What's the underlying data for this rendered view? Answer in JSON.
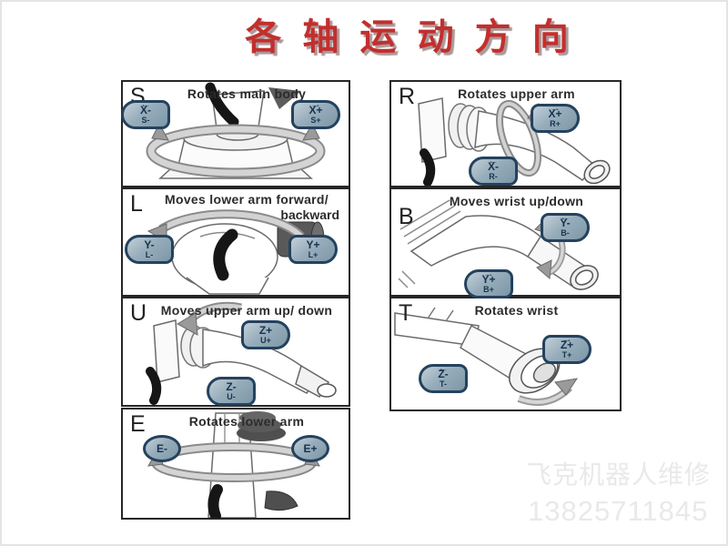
{
  "header": {
    "title": "各 轴 运 动 方 向",
    "title_color": "#c22f2e"
  },
  "panels": {
    "s": {
      "letter": "S",
      "caption": "Rotates main body",
      "btn_neg": {
        "main": "X-",
        "sub": "S-",
        "arrow_icon": "←"
      },
      "btn_pos": {
        "main": "X+",
        "sub": "S+",
        "arrow_icon": "→"
      }
    },
    "l": {
      "letter": "L",
      "caption_line1": "Moves lower arm forward/",
      "caption_line2": "backward",
      "btn_neg": {
        "main": "Y-",
        "sub": "L-"
      },
      "btn_pos": {
        "main": "Y+",
        "sub": "L+"
      }
    },
    "u": {
      "letter": "U",
      "caption": "Moves upper arm up/ down",
      "btn_pos": {
        "main": "Z+",
        "sub": "U+"
      },
      "btn_neg": {
        "main": "Z-",
        "sub": "U-"
      }
    },
    "e": {
      "letter": "E",
      "caption": "Rotates lower arm",
      "btn_neg": {
        "main": "E-"
      },
      "btn_pos": {
        "main": "E+"
      }
    },
    "r": {
      "letter": "R",
      "caption": "Rotates upper arm",
      "btn_pos": {
        "main": "X+",
        "sub": "R+",
        "arrow_icon": "→"
      },
      "btn_neg": {
        "main": "X-",
        "sub": "R-",
        "arrow_icon": "←"
      }
    },
    "b": {
      "letter": "B",
      "caption": "Moves wrist up/down",
      "btn_neg": {
        "main": "Y-",
        "sub": "B-",
        "arrow_icon": "←"
      },
      "btn_pos": {
        "main": "Y+",
        "sub": "B+",
        "arrow_icon": "→"
      }
    },
    "t": {
      "letter": "T",
      "caption": "Rotates wrist",
      "btn_pos": {
        "main": "Z+",
        "sub": "T+",
        "arrow_icon": "→"
      },
      "btn_neg": {
        "main": "Z-",
        "sub": "T-",
        "arrow_icon": "←"
      }
    }
  },
  "watermark": {
    "line1": "飞克机器人维修",
    "line2": "13825711845"
  },
  "colors": {
    "title_red": "#c22f2e",
    "button_fill": "#8fa6b4",
    "button_border": "#24425e",
    "button_text": "#17334f",
    "panel_border": "#262626",
    "watermark_gray": "#e9e9e9"
  }
}
